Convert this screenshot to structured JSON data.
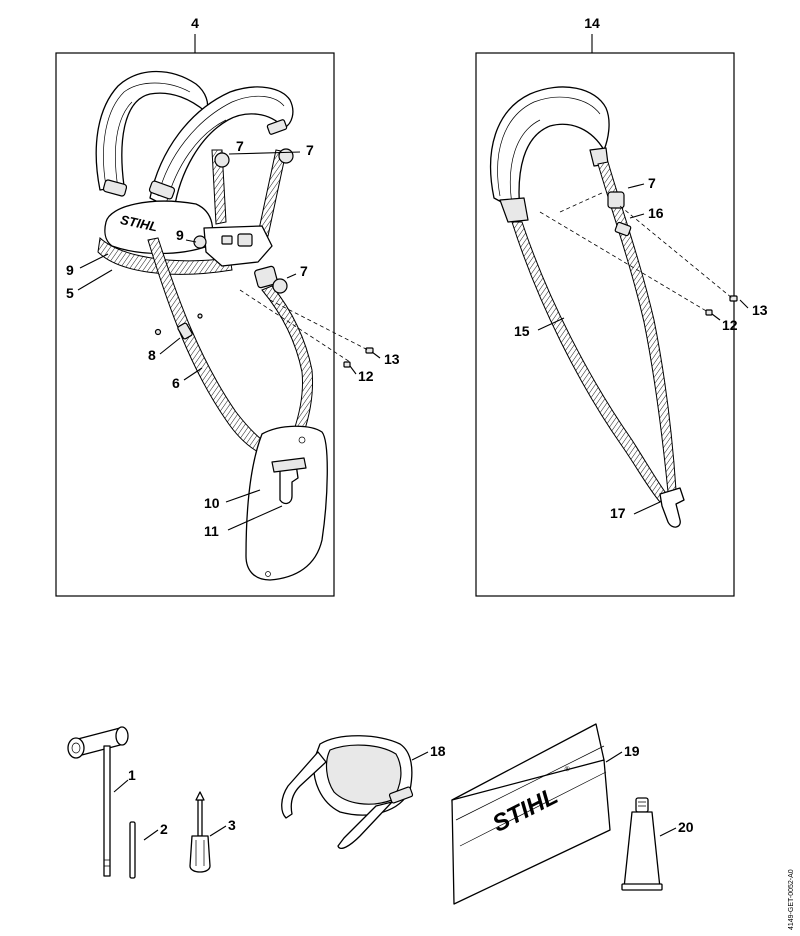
{
  "labels": {
    "l4": "4",
    "l14": "14",
    "l7a": "7",
    "l7b": "7",
    "l7c": "7",
    "l7d": "7",
    "l9a": "9",
    "l9b": "9",
    "l5": "5",
    "l8": "8",
    "l6": "6",
    "l12a": "12",
    "l13a": "13",
    "l10": "10",
    "l11": "11",
    "l16": "16",
    "l15": "15",
    "l12b": "12",
    "l13b": "13",
    "l17": "17",
    "l1": "1",
    "l2": "2",
    "l3": "3",
    "l18": "18",
    "l19": "19",
    "l20": "20"
  },
  "brand": {
    "harness_logo": "STIHL",
    "pouch_logo": "STIHL",
    "registered": "®"
  },
  "doc_code": "4149-GET-0052-A0"
}
